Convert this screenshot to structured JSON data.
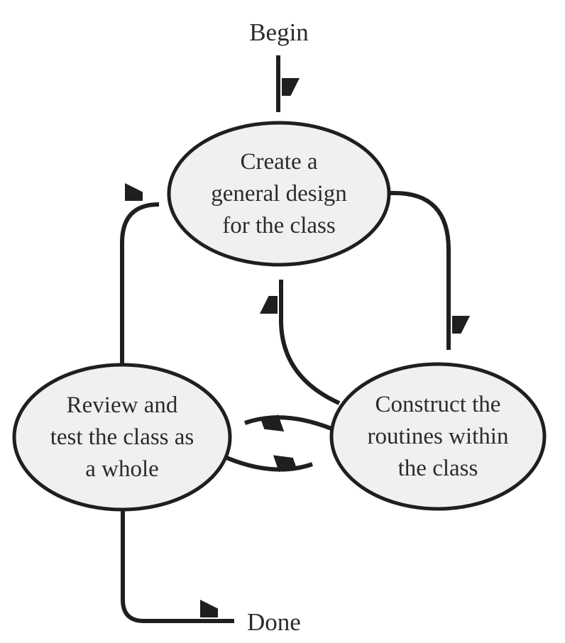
{
  "diagram": {
    "start_label": "Begin",
    "end_label": "Done",
    "nodes": [
      {
        "id": "create",
        "label": "Create a\ngeneral design\nfor the class"
      },
      {
        "id": "construct",
        "label": "Construct the\nroutines within\nthe class"
      },
      {
        "id": "review",
        "label": "Review and\ntest the class as\na whole"
      }
    ],
    "edges": [
      {
        "from": "begin",
        "to": "create"
      },
      {
        "from": "create",
        "to": "construct"
      },
      {
        "from": "construct",
        "to": "create"
      },
      {
        "from": "construct",
        "to": "review"
      },
      {
        "from": "review",
        "to": "construct"
      },
      {
        "from": "review",
        "to": "create"
      },
      {
        "from": "review",
        "to": "done"
      }
    ],
    "colors": {
      "node_fill": "#f0f0f0",
      "line_stroke": "#1f1f1f",
      "text": "#2b2b2b",
      "background": "#ffffff"
    }
  }
}
